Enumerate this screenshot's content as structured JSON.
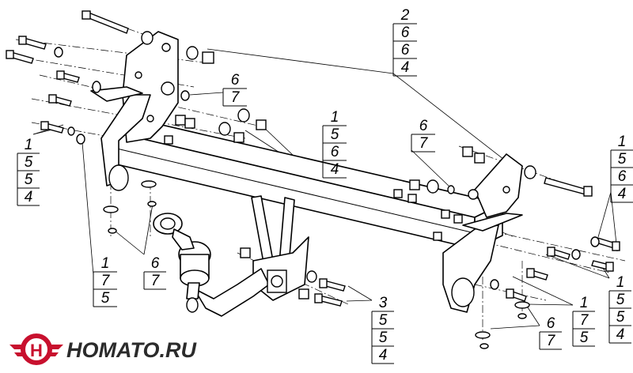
{
  "callouts": [
    {
      "id": "c-top-right",
      "lines": [
        "2",
        "6",
        "6",
        "4"
      ]
    },
    {
      "id": "c-left-67",
      "lines": [
        "6",
        "7"
      ]
    },
    {
      "id": "c-mid-1564",
      "lines": [
        "1",
        "5",
        "6",
        "4"
      ]
    },
    {
      "id": "c-mid-67",
      "lines": [
        "6",
        "7"
      ]
    },
    {
      "id": "c-left-1554",
      "lines": [
        "1",
        "5",
        "5",
        "4"
      ]
    },
    {
      "id": "c-right-1564",
      "lines": [
        "1",
        "5",
        "6",
        "4"
      ]
    },
    {
      "id": "c-left-175",
      "lines": [
        "1",
        "7",
        "5"
      ]
    },
    {
      "id": "c-left-67b",
      "lines": [
        "6",
        "7"
      ]
    },
    {
      "id": "c-bottom-3554",
      "lines": [
        "3",
        "5",
        "5",
        "4"
      ]
    },
    {
      "id": "c-bottom-175",
      "lines": [
        "1",
        "7",
        "5"
      ]
    },
    {
      "id": "c-bottom-67",
      "lines": [
        "6",
        "7"
      ]
    },
    {
      "id": "c-right-1554",
      "lines": [
        "1",
        "5",
        "5",
        "4"
      ]
    }
  ],
  "logo": {
    "text": "HOMATO.RU",
    "color": "#c8102e"
  }
}
